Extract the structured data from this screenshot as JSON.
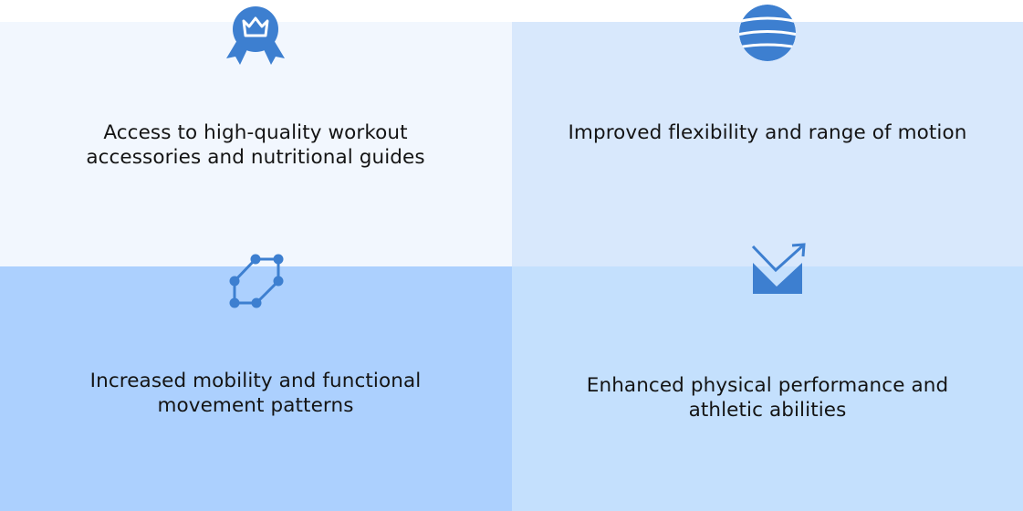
{
  "colors": {
    "icon": "#3d7fd0",
    "text": "#141414",
    "cell_top_left": "#f2f7fe",
    "cell_top_right": "#d8e8fc",
    "cell_bottom_left": "#acd0fe",
    "cell_bottom_right": "#c4e0fd"
  },
  "features": [
    {
      "icon": "award-badge-icon",
      "text": "Access to high-quality workout accessories and nutritional guides"
    },
    {
      "icon": "globe-ball-icon",
      "text": "Improved flexibility and range of motion"
    },
    {
      "icon": "polygon-nodes-icon",
      "text": "Increased mobility and functional movement patterns"
    },
    {
      "icon": "growth-arrow-icon",
      "text": "Enhanced physical performance and athletic abilities"
    }
  ]
}
